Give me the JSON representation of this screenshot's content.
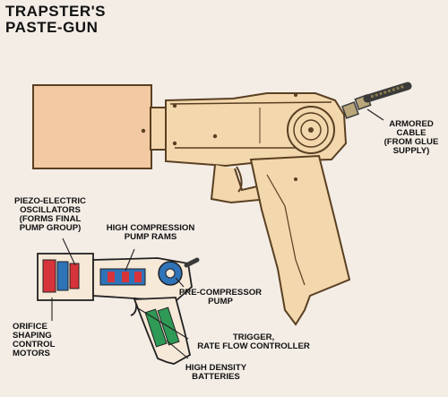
{
  "title": {
    "line1": "TRAPSTER'S",
    "line2": "PASTE-GUN"
  },
  "labels": {
    "armored_cable": [
      "ARMORED",
      "CABLE",
      "(FROM GLUE",
      "SUPPLY)"
    ],
    "piezo": [
      "PIEZO-ELECTRIC",
      "OSCILLATORS",
      "(FORMS FINAL",
      "PUMP GROUP)"
    ],
    "high_compression": [
      "HIGH COMPRESSION",
      "PUMP RAMS"
    ],
    "pre_compressor": [
      "PRE-COMPRESSOR",
      "PUMP"
    ],
    "orifice": [
      "ORIFICE",
      "SHAPING",
      "CONTROL",
      "MOTORS"
    ],
    "trigger": [
      "TRIGGER,",
      "RATE FLOW CONTROLLER"
    ],
    "batteries": [
      "HIGH DENSITY",
      "BATTERIES"
    ]
  },
  "colors": {
    "background": "#f3ede6",
    "gun_body": "#f3d7ad",
    "nozzle_box": "#f2c9a2",
    "outline": "#5a3f22",
    "line_art": "#222222",
    "cable": "#3a3a3a",
    "cutaway_red": "#d6343a",
    "cutaway_blue": "#2f73b8",
    "cutaway_green": "#2e9a55"
  }
}
